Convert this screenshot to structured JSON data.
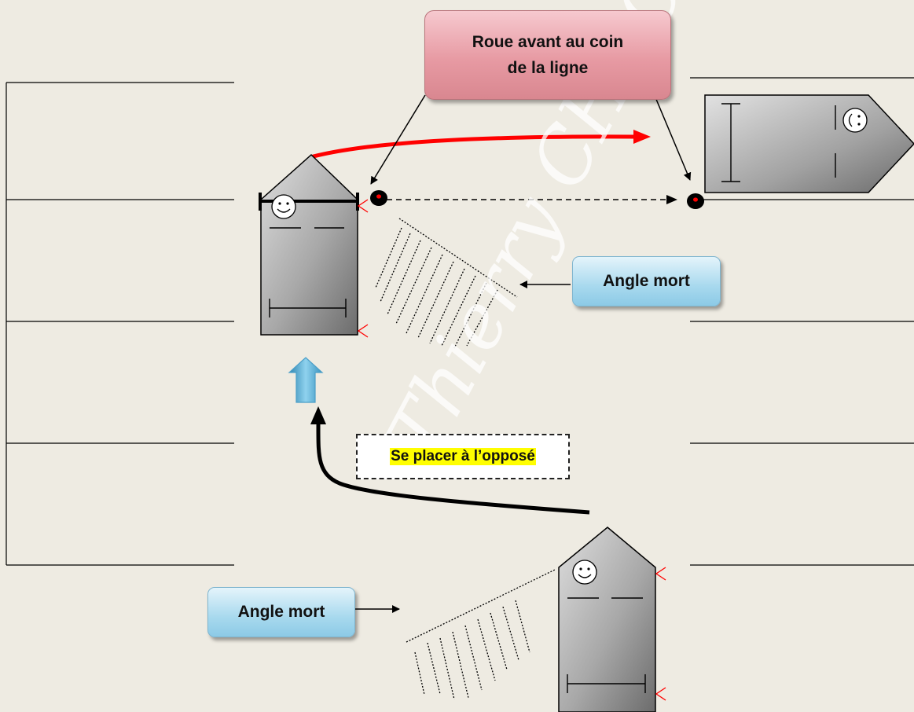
{
  "callout_front_wheel": "Roue avant au coin\nde la ligne",
  "blind_spot_labels": [
    "Angle mort",
    "Angle mort"
  ],
  "opposite_label": "Se placer à l’opposé",
  "watermark": "Thierry CHACUN",
  "colors": {
    "background": "#eeebe2",
    "red_arrow": "#ff0000",
    "mirror": "#ff0000",
    "car_gray": "#a9a9a9",
    "callout_pink": "#e79aa3",
    "callout_blue": "#a8d9ee",
    "highlight": "#fffe00",
    "up_arrow": "#5fb4d8"
  },
  "icons": [
    "smiley-icon",
    "up-arrow-icon"
  ]
}
